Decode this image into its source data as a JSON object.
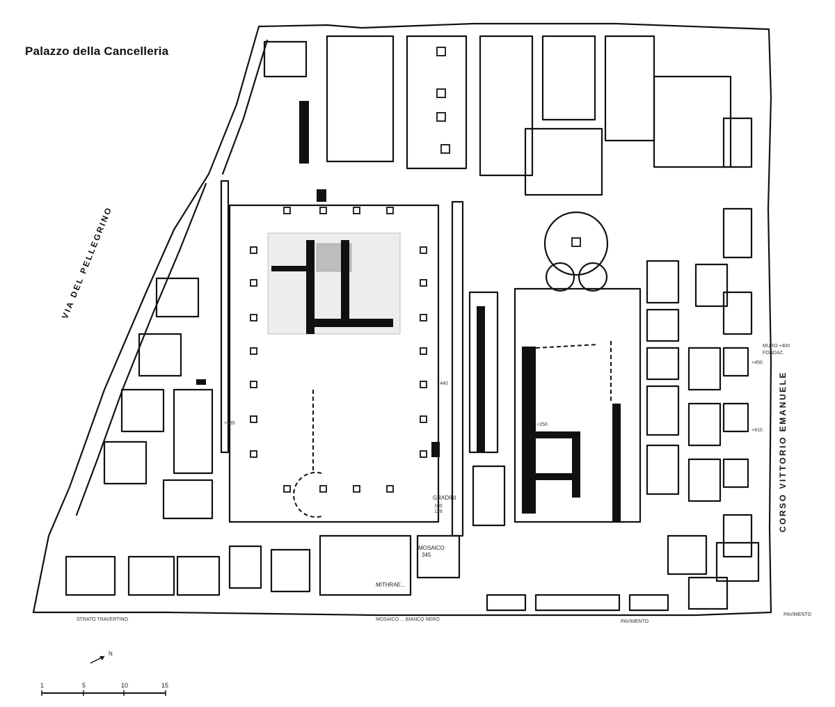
{
  "title": "Palazzo della Cancelleria",
  "streets": {
    "west": "VIA DEL PELLEGRINO",
    "east": "CORSO VITTORIO EMANUELE"
  },
  "labels": {
    "mosaico": "MOSAICO",
    "mosaico_level": "345",
    "mithraeum": "MITHRAE...",
    "gradini": "GRADINI",
    "gradini_levels": "100 128",
    "level_250": "+250",
    "level_535": "+535",
    "level_440": "+440",
    "level_450": "+450",
    "level_410": "+410",
    "muro": "MURO +400",
    "fondaz": "FONDAZ.",
    "bottom_left_note": "STRATO TRAVERTINO",
    "bottom_mid_note": "MOSAICO ... BIANCO NERO",
    "bottom_right_note": "PAVIMENTO",
    "far_right_note": "PAVIMENTO"
  },
  "north_label": "N",
  "scale": {
    "ticks": [
      "1",
      "5",
      "10",
      "15"
    ]
  }
}
